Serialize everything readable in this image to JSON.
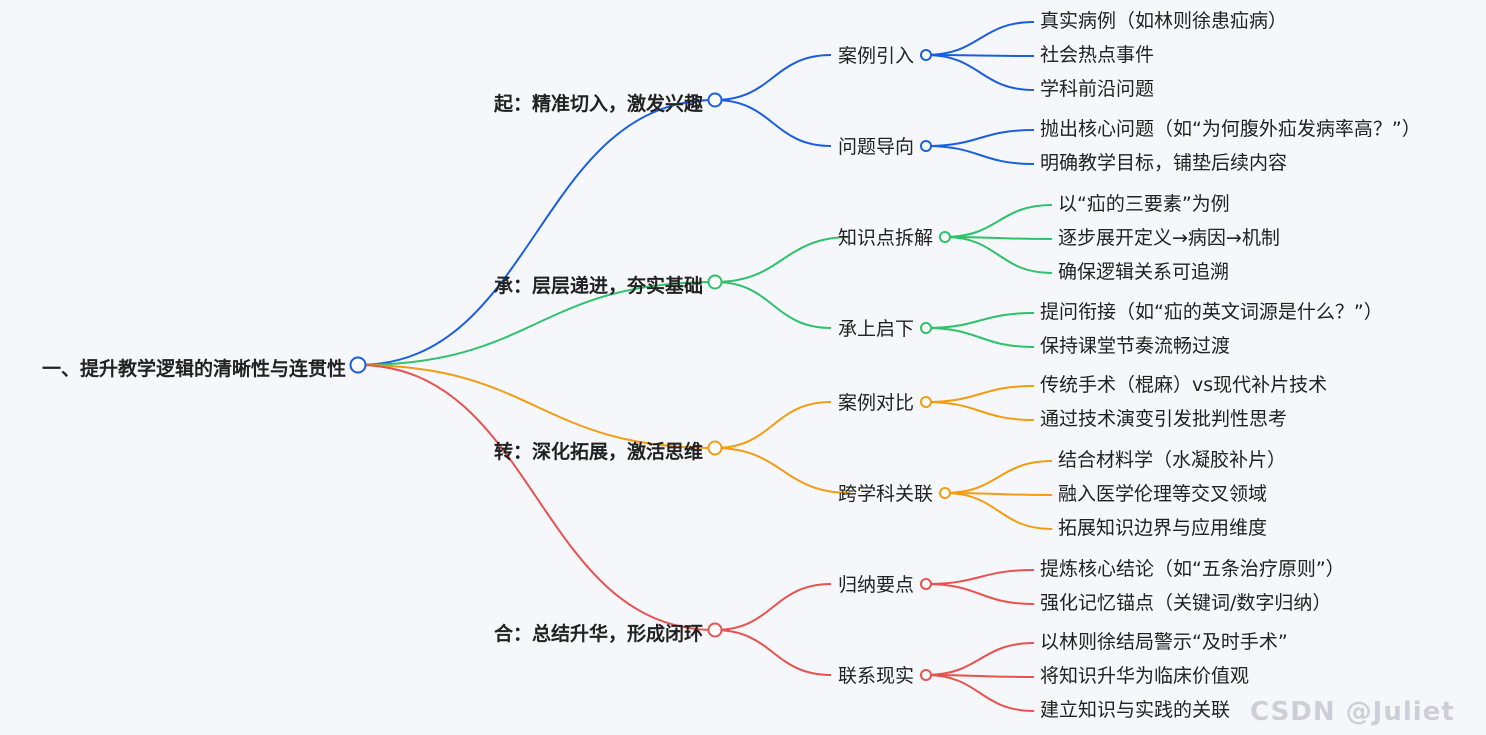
{
  "root": {
    "label": "一、提升教学逻辑的清晰性与连贯性"
  },
  "branches": [
    {
      "label": "起：精准切入，激发兴趣",
      "color": "#1a5fe0",
      "children": [
        {
          "label": "案例引入",
          "children": [
            "真实病例（如林则徐患疝病）",
            "社会热点事件",
            "学科前沿问题"
          ]
        },
        {
          "label": "问题导向",
          "children": [
            "抛出核心问题（如“为何腹外疝发病率高？”）",
            "明确教学目标，铺垫后续内容"
          ]
        }
      ]
    },
    {
      "label": "承：层层递进，夯实基础",
      "color": "#2ec26a",
      "children": [
        {
          "label": "知识点拆解",
          "children": [
            "以“疝的三要素”为例",
            "逐步展开定义→病因→机制",
            "确保逻辑关系可追溯"
          ]
        },
        {
          "label": "承上启下",
          "children": [
            "提问衔接（如“疝的英文词源是什么？”）",
            "保持课堂节奏流畅过渡"
          ]
        }
      ]
    },
    {
      "label": "转：深化拓展，激活思维",
      "color": "#f39c12",
      "children": [
        {
          "label": "案例对比",
          "children": [
            "传统手术（棍麻）vs现代补片技术",
            "通过技术演变引发批判性思考"
          ]
        },
        {
          "label": "跨学科关联",
          "children": [
            "结合材料学（水凝胶补片）",
            "融入医学伦理等交叉领域",
            "拓展知识边界与应用维度"
          ]
        }
      ]
    },
    {
      "label": "合：总结升华，形成闭环",
      "color": "#e8524f",
      "children": [
        {
          "label": "归纳要点",
          "children": [
            "提炼核心结论（如“五条治疗原则”）",
            "强化记忆锚点（关键词/数字归纳）"
          ]
        },
        {
          "label": "联系现实",
          "children": [
            "以林则徐结局警示“及时手术”",
            "将知识升华为临床价值观",
            "建立知识与实践的关联"
          ]
        }
      ]
    }
  ],
  "watermark": "CSDN @Juliet"
}
